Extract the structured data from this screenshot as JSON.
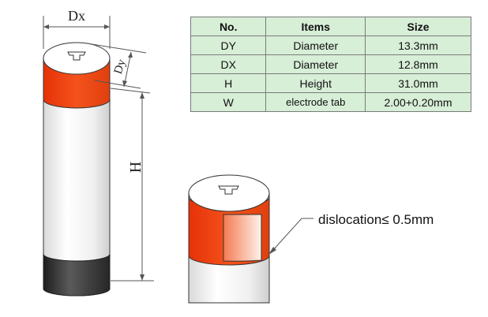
{
  "dimension_labels": {
    "dx": "Dx",
    "dy": "Dy",
    "h": "H"
  },
  "callout": {
    "text": "dislocation≤ 0.5mm"
  },
  "table": {
    "headers": [
      "No.",
      "Items",
      "Size"
    ],
    "rows": [
      {
        "no": "DY",
        "item": "Diameter",
        "size": "13.3mm"
      },
      {
        "no": "DX",
        "item": "Diameter",
        "size": "12.8mm"
      },
      {
        "no": "H",
        "item": "Height",
        "size": "31.0mm"
      },
      {
        "no": "W",
        "item": "electrode tab",
        "size": "2.00+0.20mm"
      }
    ]
  },
  "colors": {
    "sleeve_orange": "#f04010",
    "bottom_dark": "#3a3a3a",
    "table_bg": "#d7eed7"
  }
}
